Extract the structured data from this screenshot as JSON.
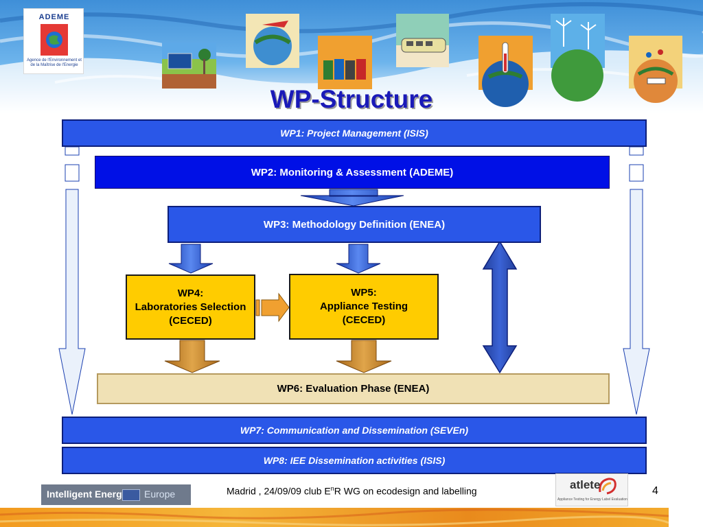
{
  "header": {
    "org_logo_name": "ADEME",
    "org_logo_subtitle": "Agence de l'Environnement et de la Maîtrise de l'Energie",
    "title": "WP-Structure"
  },
  "work_packages": {
    "wp1": "WP1: Project Management (ISIS)",
    "wp2": "WP2: Monitoring & Assessment (ADEME)",
    "wp3": "WP3: Methodology Definition (ENEA)",
    "wp4": {
      "line1": "WP4:",
      "line2": "Laboratories Selection",
      "line3": "(CECED)"
    },
    "wp5": {
      "line1": "WP5:",
      "line2": "Appliance Testing",
      "line3": "(CECED)"
    },
    "wp6": "WP6: Evaluation Phase (ENEA)",
    "wp7": "WP7: Communication and Dissemination (SEVEn)",
    "wp8": "WP8: IEE Dissemination activities (ISIS)"
  },
  "footer": {
    "left_logo_text": "Intelligent Energy",
    "left_logo_suffix": "Europe",
    "caption_prefix": "Madrid , 24/09/09 club E",
    "caption_sup": "n",
    "caption_suffix": "R WG on ecodesign and labelling",
    "right_logo_text": "atlete",
    "right_logo_tagline": "Appliance Testing for Energy Label Evaluation",
    "page_number": "4"
  },
  "colors": {
    "wide_box": "#2a57e8",
    "wp2_box": "#0010e6",
    "wp_yellow": "#ffcc00",
    "wp6_box": "#f0e1b5",
    "title": "#1a1ab8",
    "arrow_blue": "#2f5bd6",
    "arrow_gold": "#c9862a"
  },
  "icons": [
    "ademe-logo",
    "solar-panel-illustration",
    "globe-airplane-illustration",
    "recycling-bins-illustration",
    "train-illustration",
    "thermometer-globe-illustration",
    "wind-turbine-illustration",
    "people-globe-illustration",
    "intelligent-energy-logo",
    "atlete-logo"
  ]
}
